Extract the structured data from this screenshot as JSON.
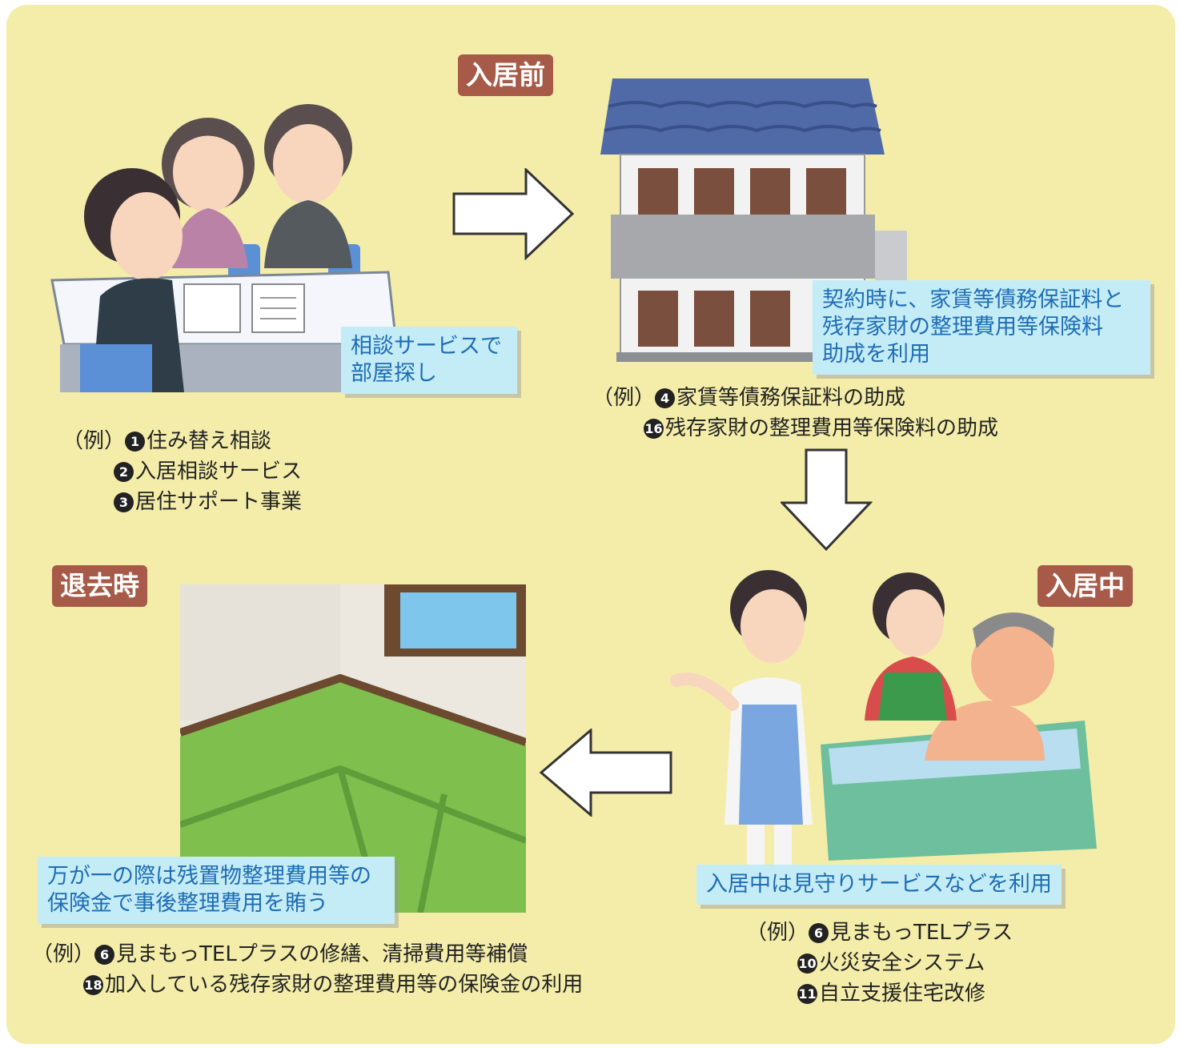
{
  "stages": {
    "before": "入居前",
    "during": "入居中",
    "leaving": "退去時"
  },
  "callouts": {
    "consult": "相談サービスで\n部屋探し",
    "contract": "契約時に、家賃等債務保証料と\n残存家財の整理費用等保険料\n助成を利用",
    "watch": "入居中は見守りサービスなどを利用",
    "accident": "万が一の際は残置物整理費用等の\n保険金で事後整理費用を賄う"
  },
  "examples": {
    "consult": {
      "prefix": "（例）",
      "items": [
        {
          "num": "1",
          "text": "住み替え相談"
        },
        {
          "num": "2",
          "text": "入居相談サービス"
        },
        {
          "num": "3",
          "text": "居住サポート事業"
        }
      ]
    },
    "contract": {
      "prefix": "（例）",
      "items": [
        {
          "num": "4",
          "text": "家賃等債務保証料の助成"
        },
        {
          "num": "16",
          "text": "残存家財の整理費用等保険料の助成"
        }
      ]
    },
    "during": {
      "prefix": "（例）",
      "items": [
        {
          "num": "6",
          "text": "見まもっTELプラス"
        },
        {
          "num": "10",
          "text": "火災安全システム"
        },
        {
          "num": "11",
          "text": "自立支援住宅改修"
        }
      ]
    },
    "leaving": {
      "prefix": "（例）",
      "items": [
        {
          "num": "6",
          "text": "見まもっTELプラスの修繕、清掃費用等補償"
        },
        {
          "num": "18",
          "text": "加入している残存家財の整理費用等の保険金の利用"
        }
      ]
    }
  },
  "icons": {
    "consult_scene": "consultation-illustration",
    "building": "apartment-building-illustration",
    "bath_scene": "bathing-care-illustration",
    "tatami_room": "empty-tatami-room-illustration",
    "arrows": [
      "arrow-right-icon",
      "arrow-down-icon",
      "arrow-left-icon"
    ]
  },
  "colors": {
    "background": "#f4eda9",
    "tag": "#a65a47",
    "callout_bg": "#c4ecf6",
    "callout_text": "#1f6db5"
  }
}
